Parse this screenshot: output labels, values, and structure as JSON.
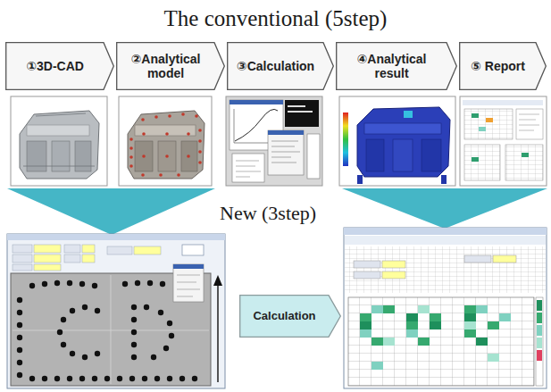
{
  "diagram": {
    "title": "The conventional (5step)",
    "nodes": [
      {
        "text": [
          "①3D-CAD"
        ]
      },
      {
        "text": [
          "②Analytical model"
        ]
      },
      {
        "text": [
          "③Calculation"
        ]
      },
      {
        "text": [
          "④Analytical result"
        ]
      },
      {
        "text": [
          "⑤ Report"
        ]
      },
      {
        "text": [
          "Calculation"
        ]
      }
    ],
    "labels": [
      "New (3step)"
    ]
  }
}
